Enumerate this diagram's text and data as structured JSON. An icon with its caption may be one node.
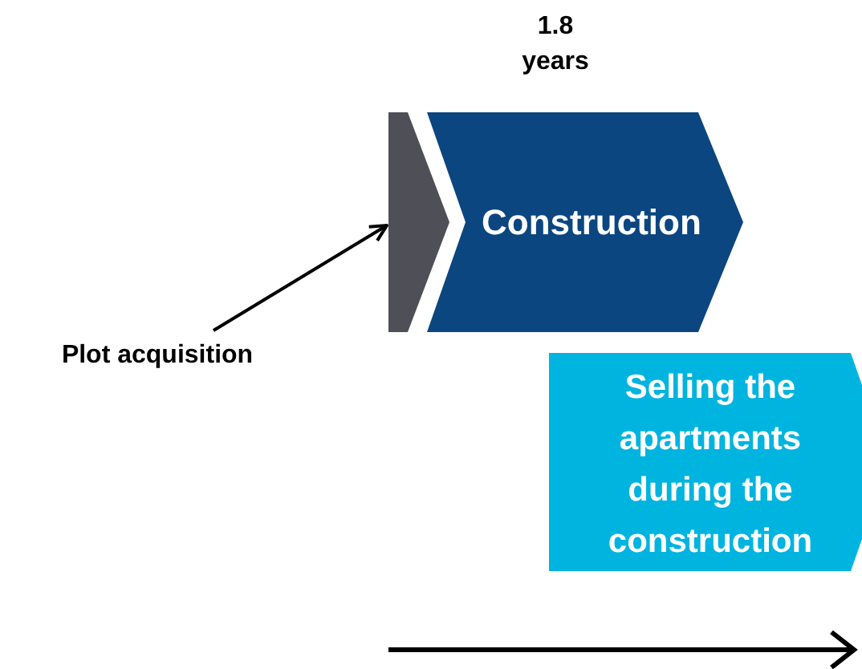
{
  "diagram": {
    "nodes": [
      {
        "text": [
          "Plot acquisition"
        ]
      },
      {
        "text": [],
        "shape": "bar"
      },
      {
        "text": [
          "Construction"
        ],
        "beside": [
          "1.8 years"
        ]
      },
      {
        "text": [
          "Selling the apartments during the construction"
        ]
      }
    ],
    "edges": [
      {
        "from": 0,
        "to": 1,
        "arrow": "to"
      }
    ]
  }
}
